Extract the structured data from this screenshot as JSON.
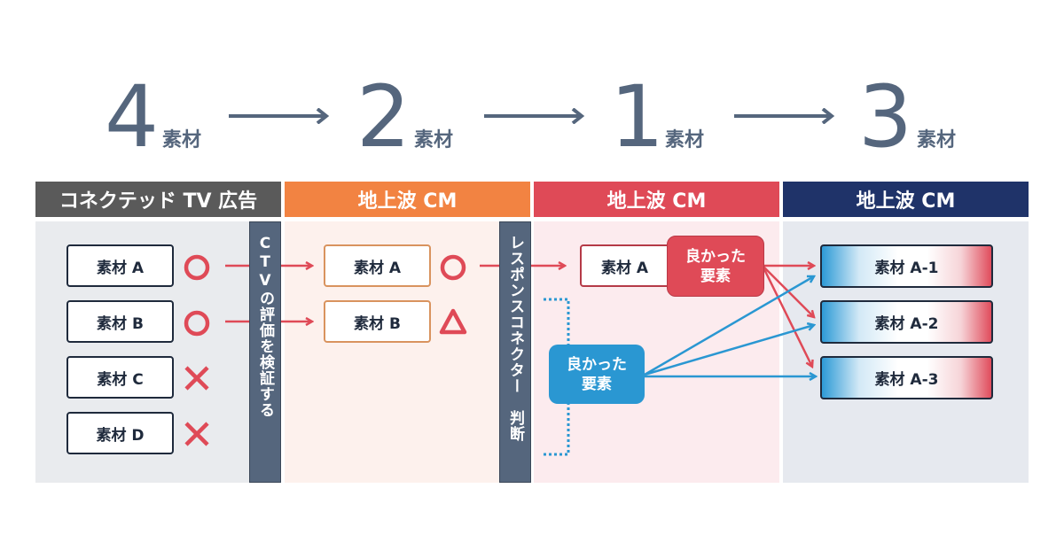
{
  "flow": [
    {
      "count": "4",
      "unit": "素材"
    },
    {
      "count": "2",
      "unit": "素材"
    },
    {
      "count": "1",
      "unit": "素材"
    },
    {
      "count": "3",
      "unit": "素材"
    }
  ],
  "columns": [
    {
      "title": "コネクテッド TV 広告",
      "color": "#5a5a5a",
      "body_color": "#e9ebee"
    },
    {
      "title": "地上波 CM",
      "color": "#f28342",
      "body_color": "#fdf1ed"
    },
    {
      "title": "地上波 CM",
      "color": "#df4a57",
      "body_color": "#fcebee"
    },
    {
      "title": "地上波 CM",
      "color": "#1f3369",
      "body_color": "#e6e9ef"
    }
  ],
  "stage1": {
    "items": [
      {
        "label": "素材 A",
        "result": "circle"
      },
      {
        "label": "素材 B",
        "result": "circle"
      },
      {
        "label": "素材 C",
        "result": "cross"
      },
      {
        "label": "素材 D",
        "result": "cross"
      }
    ],
    "gate_label": "CTVの評価を検証する"
  },
  "stage2": {
    "items": [
      {
        "label": "素材 A",
        "result": "circle"
      },
      {
        "label": "素材 B",
        "result": "triangle"
      }
    ],
    "gate_label": "レスポンスコネクター　判断"
  },
  "stage3": {
    "item": {
      "label": "素材 A"
    },
    "good_red": "良かった\n要素",
    "good_red_line1": "良かった",
    "good_red_line2": "要素",
    "good_blue_line1": "良かった",
    "good_blue_line2": "要素"
  },
  "stage4": {
    "items": [
      {
        "label": "素材 A-1"
      },
      {
        "label": "素材 A-2"
      },
      {
        "label": "素材 A-3"
      }
    ]
  },
  "colors": {
    "accent_red": "#df4a57",
    "accent_blue": "#2a97d2",
    "slate": "#55667d"
  }
}
